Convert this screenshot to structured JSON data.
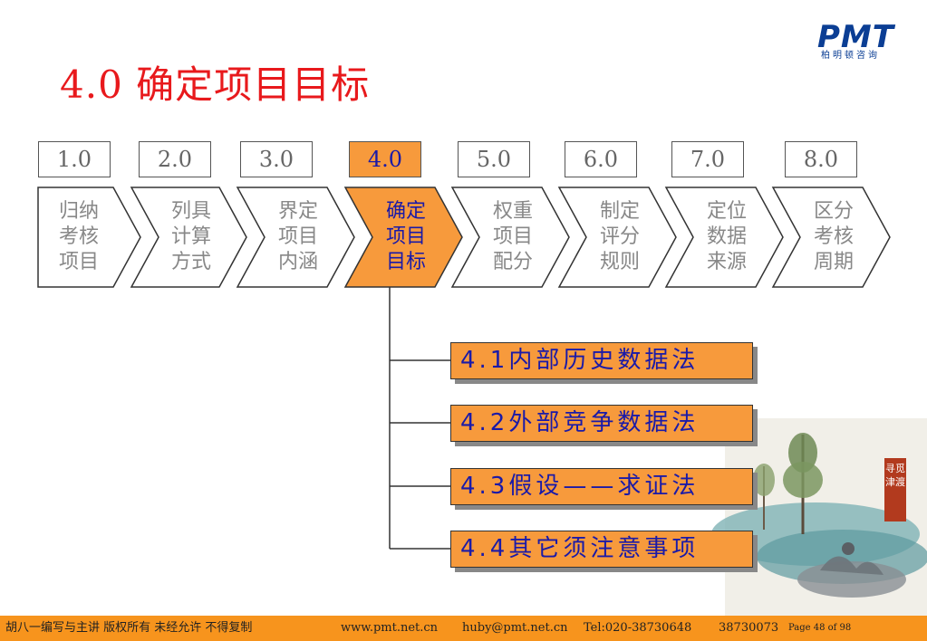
{
  "title": "4.0 确定项目目标",
  "logo": {
    "mark": "PMT",
    "sub": "柏明顿咨询"
  },
  "steps": [
    {
      "num": "1.0",
      "label": "归纳\n考核\n项目",
      "active": false
    },
    {
      "num": "2.0",
      "label": "列具\n计算\n方式",
      "active": false
    },
    {
      "num": "3.0",
      "label": "界定\n项目\n内涵",
      "active": false
    },
    {
      "num": "4.0",
      "label": "确定\n项目\n目标",
      "active": true
    },
    {
      "num": "5.0",
      "label": "权重\n项目\n配分",
      "active": false
    },
    {
      "num": "6.0",
      "label": "制定\n评分\n规则",
      "active": false
    },
    {
      "num": "7.0",
      "label": "定位\n数据\n来源",
      "active": false
    },
    {
      "num": "8.0",
      "label": "区分\n考核\n周期",
      "active": false
    }
  ],
  "substeps": [
    "4.1内部历史数据法",
    "4.2外部竞争数据法",
    "4.3假设——求证法",
    "4.4其它须注意事项"
  ],
  "seal": "寻觅津渡",
  "footer": {
    "author": "胡八一编写与主讲  版权所有 未经允许 不得复制",
    "web": "www.pmt.net.cn",
    "email": "huby@pmt.net.cn",
    "tel": "Tel:020-38730648",
    "tel2": "38730073",
    "page": "Page  48 of 98"
  },
  "colors": {
    "title": "#e8191c",
    "accent": "#f79a3c",
    "footer": "#f7941d",
    "logo": "#0b3e94",
    "active_text": "#1a1aa8"
  }
}
